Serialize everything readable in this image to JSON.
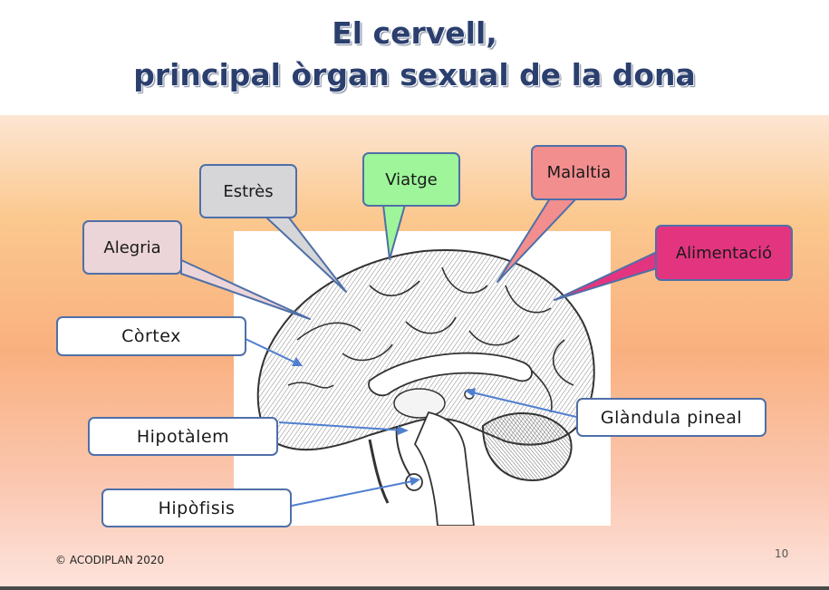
{
  "title": {
    "line1": "El cervell,",
    "line2": "principal òrgan sexual de la dona"
  },
  "callouts": {
    "alegria": "Alegria",
    "estres": "Estrès",
    "viatge": "Viatge",
    "malaltia": "Malaltia",
    "alimentacio": "Alimentació"
  },
  "labels": {
    "cortex": "Còrtex",
    "hipotalem": "Hipotàlem",
    "hipofisis": "Hipòfisis",
    "glandula_pineal": "Glàndula pineal"
  },
  "footer": "© ACODIPLAN 2020",
  "page_number": "10",
  "colors": {
    "title": "#2b3f6e",
    "alegria": "#ecd5d8",
    "estres": "#d6d6d8",
    "viatge": "#9ef59a",
    "malaltia": "#f28e8e",
    "alimentacio": "#e3357f",
    "box_border": "#4f6fa8"
  }
}
